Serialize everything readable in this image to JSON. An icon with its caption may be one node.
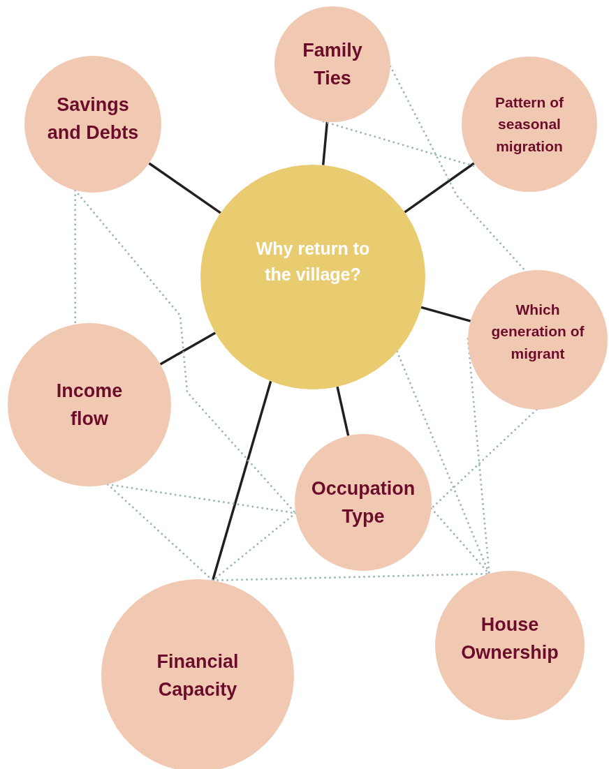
{
  "diagram": {
    "nodes": [
      {
        "text": [
          "Why return to the village?"
        ]
      },
      {
        "text": [
          "Family Ties"
        ]
      },
      {
        "text": [
          "Savings and Debts"
        ]
      },
      {
        "text": [
          "Pattern of seasonal migration"
        ]
      },
      {
        "text": [
          "Which generation of migrant"
        ]
      },
      {
        "text": [
          "Income flow"
        ]
      },
      {
        "text": [
          "Occupation Type"
        ]
      },
      {
        "text": [
          "Financial Capacity"
        ]
      },
      {
        "text": [
          "House Ownership"
        ]
      }
    ],
    "edges": [
      {
        "from": 0,
        "to": 1,
        "arrow": "none",
        "color": "#231f20"
      },
      {
        "from": 0,
        "to": 2,
        "arrow": "none",
        "color": "#231f20"
      },
      {
        "from": 0,
        "to": 3,
        "arrow": "none",
        "color": "#231f20"
      },
      {
        "from": 0,
        "to": 4,
        "arrow": "none",
        "color": "#231f20"
      },
      {
        "from": 0,
        "to": 5,
        "arrow": "none",
        "color": "#231f20"
      },
      {
        "from": 0,
        "to": 6,
        "arrow": "none",
        "color": "#231f20"
      },
      {
        "from": 0,
        "to": 7,
        "arrow": "none",
        "color": "#231f20"
      },
      {
        "from": 1,
        "to": 3,
        "arrow": "none",
        "style": "dashed"
      },
      {
        "from": 1,
        "to": 4,
        "arrow": "none",
        "style": "dashed"
      },
      {
        "from": 2,
        "to": 5,
        "arrow": "none",
        "style": "dashed"
      },
      {
        "from": 2,
        "to": 6,
        "arrow": "none",
        "style": "dashed"
      },
      {
        "from": 5,
        "to": 6,
        "arrow": "none",
        "style": "dashed"
      },
      {
        "from": 5,
        "to": 7,
        "arrow": "none",
        "style": "dashed"
      },
      {
        "from": 6,
        "to": 7,
        "arrow": "none",
        "style": "dashed"
      },
      {
        "from": 7,
        "to": 8,
        "arrow": "none",
        "style": "dashed"
      },
      {
        "from": 0,
        "to": 8,
        "arrow": "none",
        "style": "dashed"
      },
      {
        "from": 4,
        "to": 8,
        "arrow": "none",
        "style": "dashed"
      },
      {
        "from": 4,
        "to": 6,
        "arrow": "none",
        "style": "dashed"
      },
      {
        "from": 6,
        "to": 8,
        "arrow": "none",
        "style": "dashed"
      }
    ]
  }
}
